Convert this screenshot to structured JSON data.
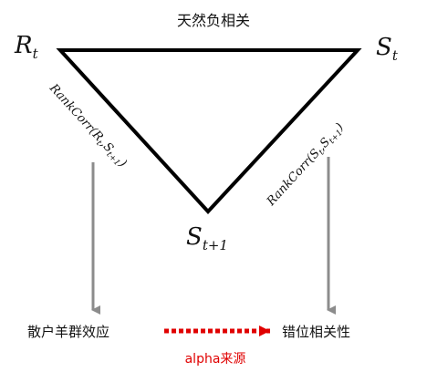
{
  "title": "天然负相关",
  "nodes": {
    "r_t": {
      "base": "R",
      "sub": "t"
    },
    "s_t": {
      "base": "S",
      "sub": "t"
    },
    "s_t1": {
      "base": "S",
      "sub": "t+1"
    }
  },
  "edges": {
    "left": {
      "text": "RankCorr(R",
      "sub1": "t",
      "mid": ",S",
      "sub2": "t+1",
      "end": ")"
    },
    "right": {
      "text": "RankCorr(S",
      "sub1": "t",
      "mid": ",S",
      "sub2": "t+1",
      "end": ")"
    }
  },
  "bottom": {
    "left_label": "散户羊群效应",
    "right_label": "错位相关性",
    "source_label": "alpha来源"
  },
  "colors": {
    "triangle": "#000000",
    "arrow_gray": "#8c8c8c",
    "arrow_red": "#e00000"
  }
}
